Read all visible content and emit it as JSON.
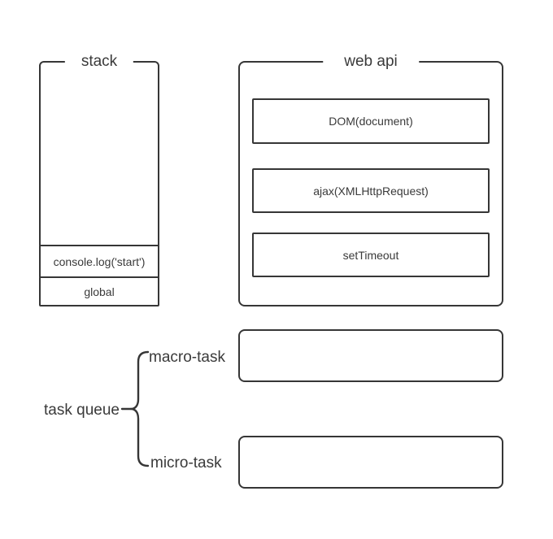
{
  "page": {
    "background_color": "#ffffff",
    "line_color": "#363636",
    "text_color": "#3a3a3a"
  },
  "stack": {
    "title": "stack",
    "frames": [
      {
        "label": "console.log('start')"
      },
      {
        "label": "global"
      }
    ]
  },
  "web_api": {
    "title": "web api",
    "items": [
      {
        "label": "DOM(document)"
      },
      {
        "label": "ajax(XMLHttpRequest)"
      },
      {
        "label": "setTimeout"
      }
    ]
  },
  "task_queue": {
    "label": "task queue",
    "branches": [
      {
        "label": "macro-task"
      },
      {
        "label": "micro-task"
      }
    ]
  }
}
